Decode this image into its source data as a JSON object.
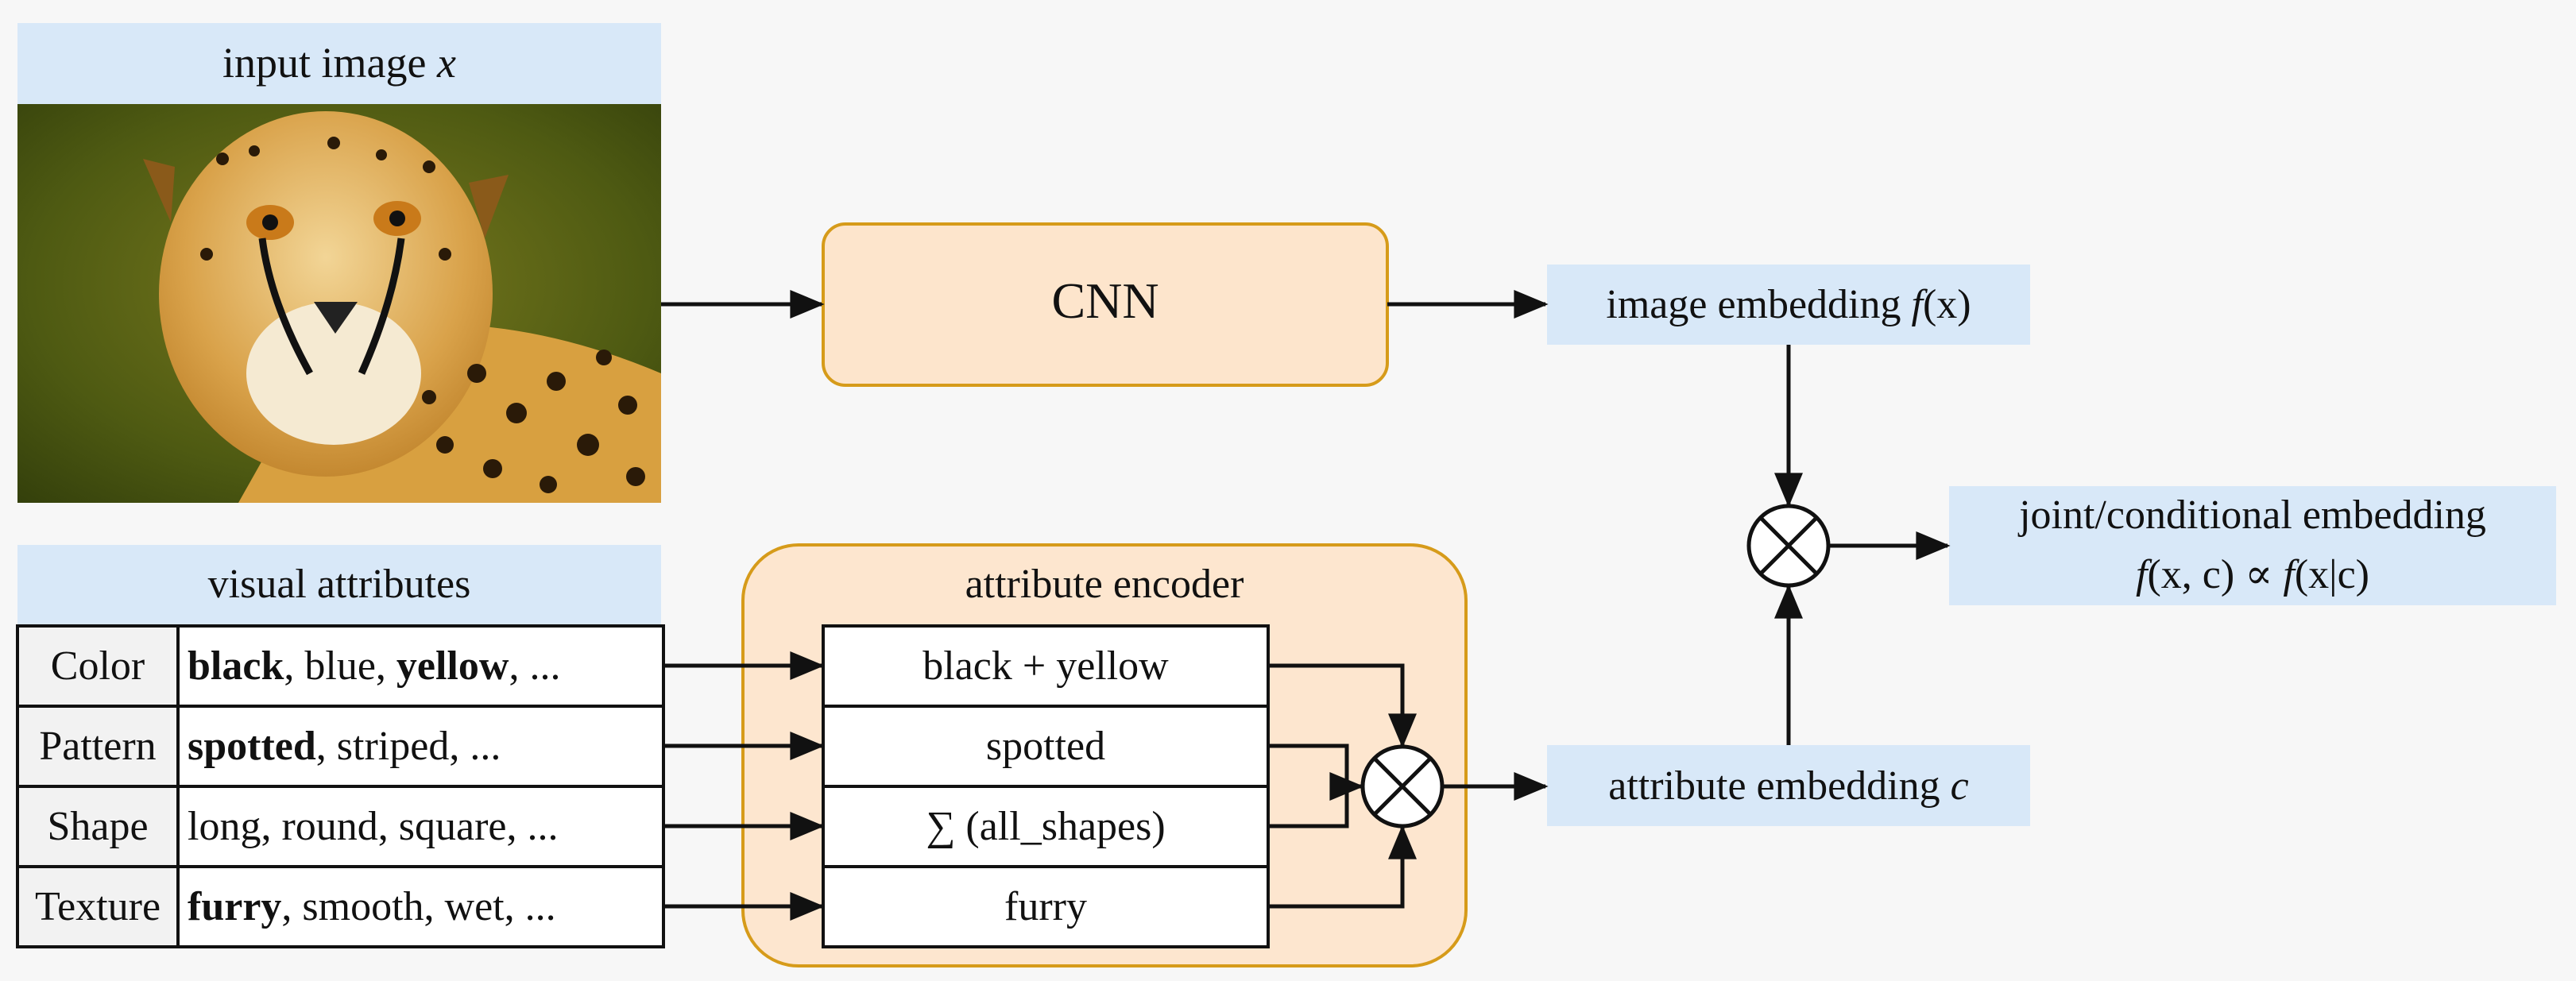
{
  "input_image": {
    "title_prefix": "input image ",
    "title_var": "x",
    "photo_subject": "cheetah face photo"
  },
  "cnn": {
    "label": "CNN"
  },
  "image_embedding": {
    "prefix": "image embedding ",
    "func": "f",
    "args": "(x)"
  },
  "joint_embedding": {
    "line1": "joint/conditional embedding",
    "line2_a": "f",
    "line2_b": "(x, c) ∝ ",
    "line2_c": "f",
    "line2_d": "(x|c)"
  },
  "visual_attributes": {
    "title": "visual attributes",
    "rows": [
      {
        "name": "Color",
        "segments": [
          {
            "text": "black",
            "bold": true
          },
          {
            "text": ", blue, ",
            "bold": false
          },
          {
            "text": "yellow",
            "bold": true
          },
          {
            "text": ", ...",
            "bold": false
          }
        ]
      },
      {
        "name": "Pattern",
        "segments": [
          {
            "text": "spotted",
            "bold": true
          },
          {
            "text": ", striped, ...",
            "bold": false
          }
        ]
      },
      {
        "name": "Shape",
        "segments": [
          {
            "text": "long, round, square, ...",
            "bold": false
          }
        ]
      },
      {
        "name": "Texture",
        "segments": [
          {
            "text": "furry",
            "bold": true
          },
          {
            "text": ", smooth, wet, ...",
            "bold": false
          }
        ]
      }
    ]
  },
  "attribute_encoder": {
    "title": "attribute encoder",
    "rows": [
      {
        "label": "black + yellow"
      },
      {
        "label": "spotted"
      },
      {
        "label": "∑ (all_shapes)"
      },
      {
        "label": "furry"
      }
    ]
  },
  "attribute_embedding": {
    "prefix": "attribute embedding ",
    "var": "c"
  },
  "colors": {
    "background": "#f7f7f7",
    "label_blue": "#d8e8f8",
    "cnn_fill": "#fde5cc",
    "cnn_stroke": "#d69b1a",
    "encoder_fill": "#fde6cf",
    "encoder_stroke": "#d69b1a",
    "table_header_cell": "#f2f2f2",
    "line": "#111111"
  }
}
